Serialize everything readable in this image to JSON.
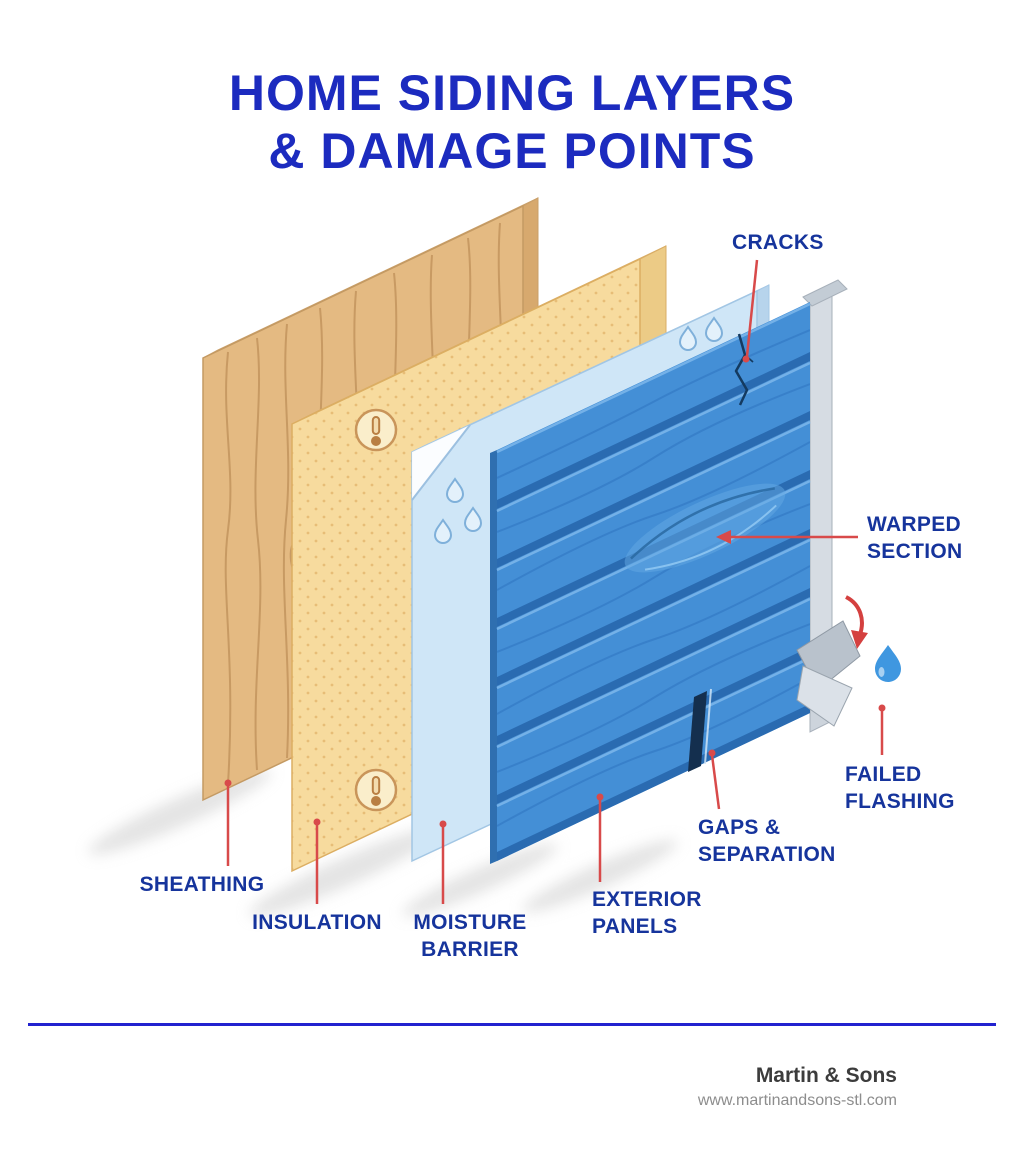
{
  "title": {
    "line1": "HOME SIDING LAYERS",
    "line2": "& DAMAGE POINTS"
  },
  "callouts": {
    "cracks": {
      "label": "CRACKS"
    },
    "warped": {
      "line1": "WARPED",
      "line2": "SECTION"
    },
    "failed_flashing": {
      "line1": "FAILED",
      "line2": "FLASHING"
    },
    "gaps": {
      "line1": "GAPS &",
      "line2": "SEPARATION"
    },
    "exterior_panels": {
      "line1": "EXTERIOR",
      "line2": "PANELS"
    },
    "moisture_barrier": {
      "line1": "MOISTURE",
      "line2": "BARRIER"
    },
    "insulation": {
      "label": "INSULATION"
    },
    "sheathing": {
      "label": "SHEATHING"
    }
  },
  "footer": {
    "brand": "Martin & Sons",
    "website": "www.martinandsons-stl.com"
  },
  "colors": {
    "title_blue": "#1c2bbf",
    "label_blue": "#16349c",
    "callout_red": "#d84a4a",
    "footer_rule_blue": "#2222cf",
    "siding_blue": "#448fd6",
    "sheathing_tan": "#e4ba82",
    "insulation_cream": "#f7db9e",
    "barrier_light_blue": "#cfe6f7",
    "flashing_gray": "#d6dce3",
    "water_drop_blue": "#3f97e0"
  },
  "icons": [
    "thermometer-icon",
    "water-drop-icon",
    "curved-arrow-icon",
    "crack-mark",
    "gap-mark",
    "warped-section-mark",
    "failed-flashing-piece"
  ]
}
